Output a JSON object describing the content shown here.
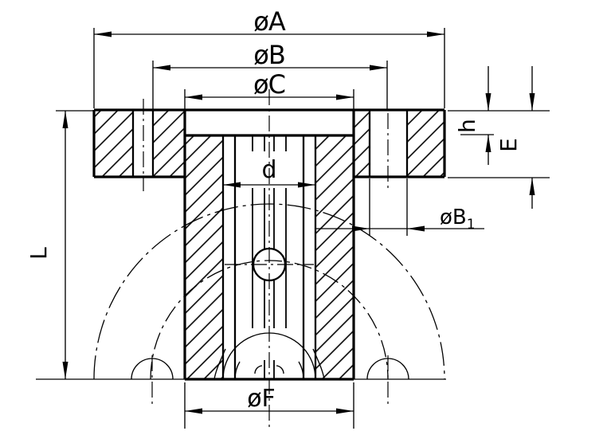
{
  "drawing": {
    "labels": {
      "dia_A": "øA",
      "dia_B": "øB",
      "dia_C": "øC",
      "d": "d",
      "L": "L",
      "h": "h",
      "E": "E",
      "dia_B1_base": "øB",
      "dia_B1_sub": "1",
      "dia_F": "øF"
    },
    "colors": {
      "line": "#000000",
      "background": "#ffffff"
    }
  }
}
